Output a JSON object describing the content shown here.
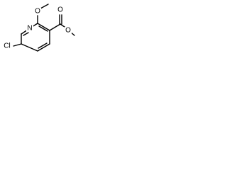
{
  "molecule": {
    "atoms": {
      "cl": "Cl",
      "n": "N",
      "o_methoxy": "O",
      "o_carbonyl": "O",
      "o_ester": "O"
    }
  }
}
